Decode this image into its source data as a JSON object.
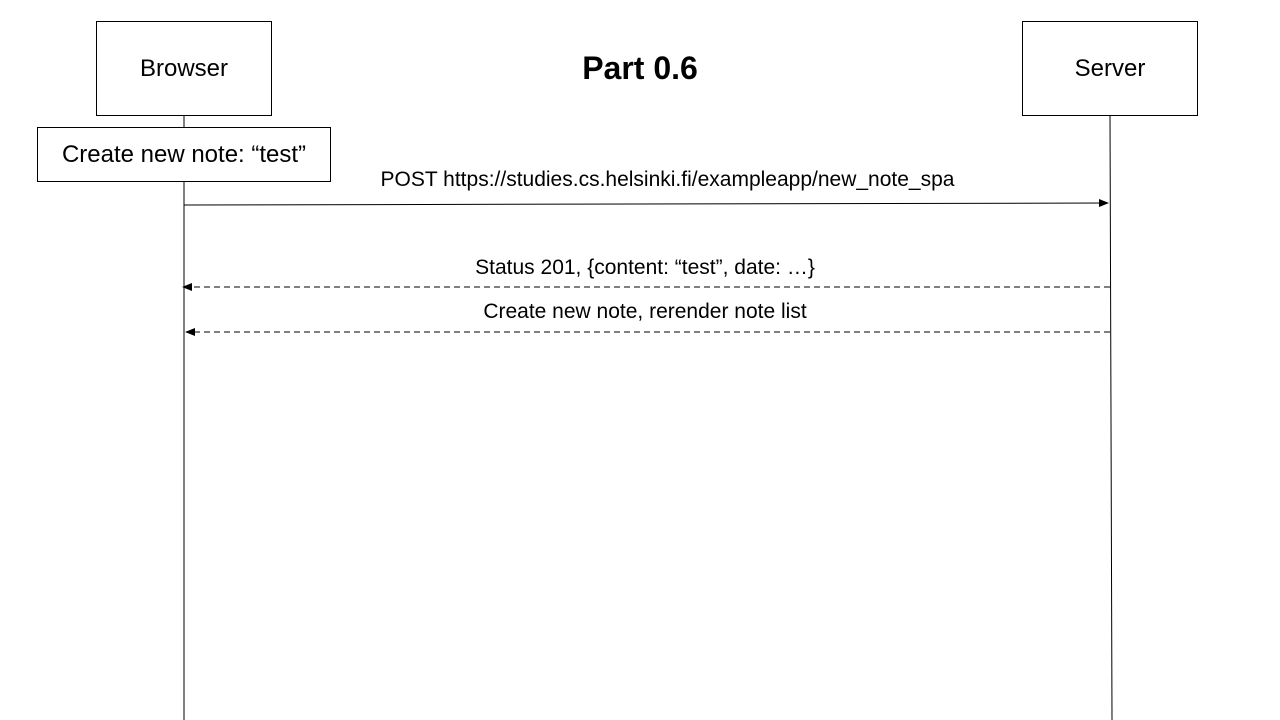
{
  "title": "Part 0.6",
  "actors": {
    "browser": "Browser",
    "server": "Server"
  },
  "note": "Create new note: “test”",
  "messages": [
    {
      "label": "POST https://studies.cs.helsinki.fi/exampleapp/new_note_spa",
      "from": "browser",
      "to": "server",
      "style": "solid"
    },
    {
      "label": "Status 201, {content: “test”, date: …}",
      "from": "server",
      "to": "browser",
      "style": "dashed"
    },
    {
      "label": "Create new note, rerender note list",
      "from": "server",
      "to": "browser",
      "style": "dashed"
    }
  ]
}
